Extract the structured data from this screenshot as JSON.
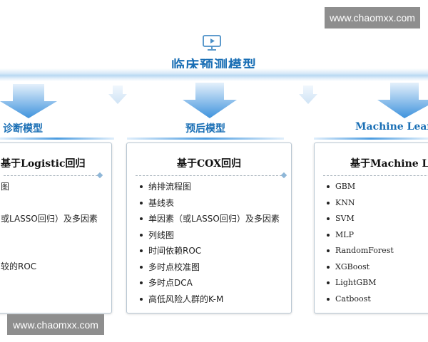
{
  "watermark": {
    "top": "www.chaomxx.com",
    "bottom": "www.chaomxx.com"
  },
  "header": {
    "title": "临床预测模型",
    "icon": "monitor-play-icon"
  },
  "colors": {
    "accent": "#1a6fb5",
    "arrow": "#4a9be0",
    "arrow_light": "#cfe3f5"
  },
  "left": {
    "category": "诊断模型",
    "box_title": "基于Logistic回归",
    "lines": [
      "图",
      "或LASSO回归）及多因素",
      "较的ROC"
    ]
  },
  "middle": {
    "category": "预后模型",
    "box_title": "基于COX回归",
    "items": [
      "纳排流程图",
      "基线表",
      "单因素（或LASSO回归）及多因素",
      "列线图",
      "时间依赖ROC",
      "多时点校准图",
      "多时点DCA",
      "高低风险人群的K-M"
    ]
  },
  "right": {
    "category": "Machine Learn",
    "box_title": "基于Machine Lear",
    "items": [
      "GBM",
      "KNN",
      "SVM",
      "MLP",
      "RandomForest",
      "XGBoost",
      "LightGBM",
      "Catboost"
    ]
  }
}
